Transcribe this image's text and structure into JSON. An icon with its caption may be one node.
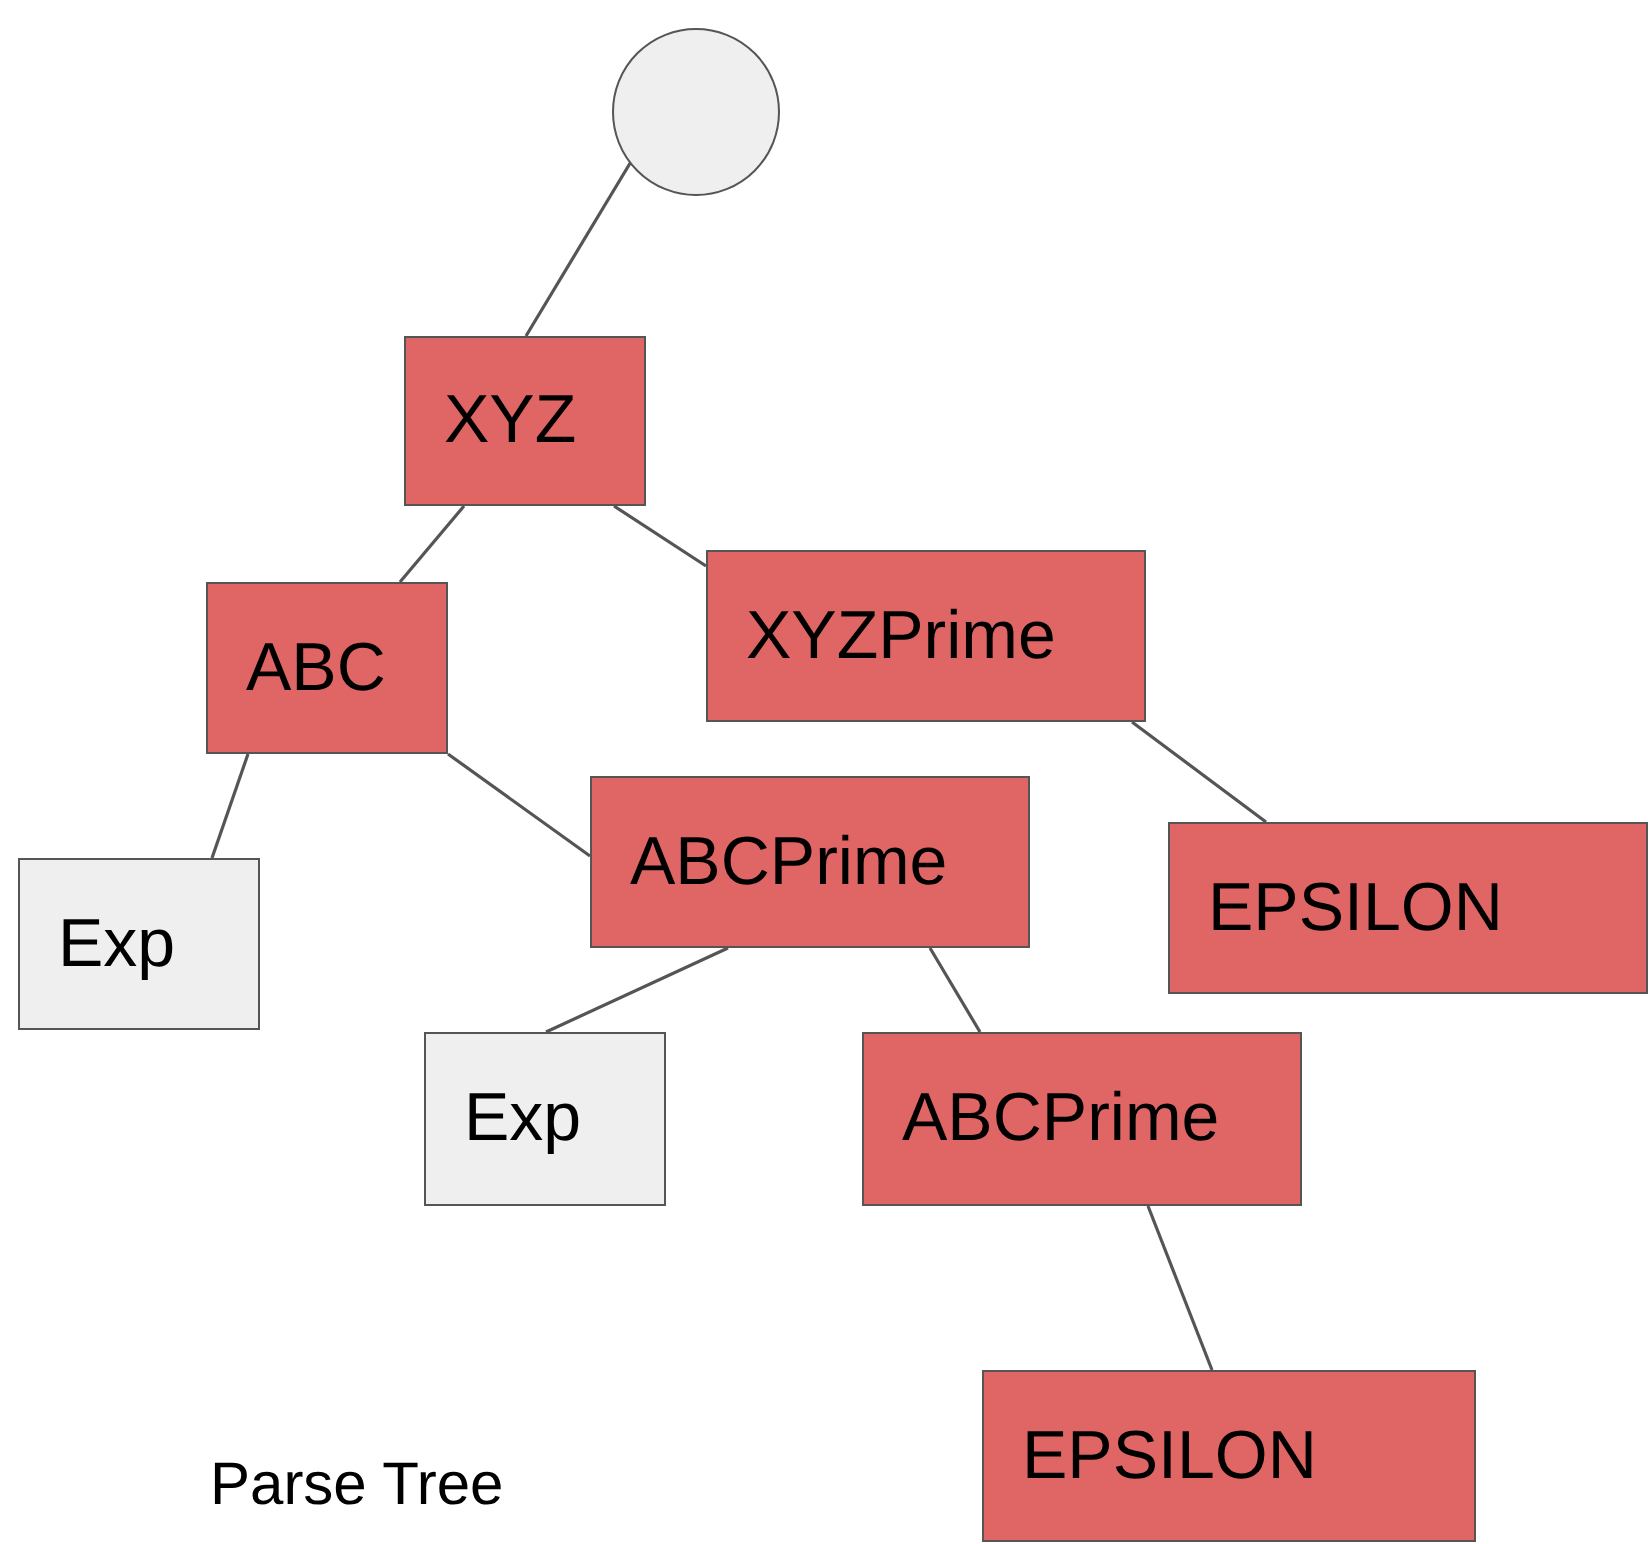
{
  "diagram": {
    "caption": "Parse Tree",
    "nodes": [
      {
        "text": [],
        "shape": "circle"
      },
      {
        "text": [
          "XYZ"
        ]
      },
      {
        "text": [
          "ABC"
        ]
      },
      {
        "text": [
          "XYZPrime"
        ]
      },
      {
        "text": [
          "Exp"
        ]
      },
      {
        "text": [
          "ABCPrime"
        ]
      },
      {
        "text": [
          "EPSILON"
        ]
      },
      {
        "text": [
          "Exp"
        ]
      },
      {
        "text": [
          "ABCPrime"
        ]
      },
      {
        "text": [
          "EPSILON"
        ]
      }
    ],
    "edges": [
      {
        "from": 0,
        "to": 1,
        "arrow": "none"
      },
      {
        "from": 1,
        "to": 2,
        "arrow": "none"
      },
      {
        "from": 1,
        "to": 3,
        "arrow": "none"
      },
      {
        "from": 2,
        "to": 4,
        "arrow": "none"
      },
      {
        "from": 2,
        "to": 5,
        "arrow": "none"
      },
      {
        "from": 3,
        "to": 6,
        "arrow": "none"
      },
      {
        "from": 5,
        "to": 7,
        "arrow": "none"
      },
      {
        "from": 5,
        "to": 8,
        "arrow": "none"
      },
      {
        "from": 8,
        "to": 9,
        "arrow": "none"
      }
    ]
  }
}
